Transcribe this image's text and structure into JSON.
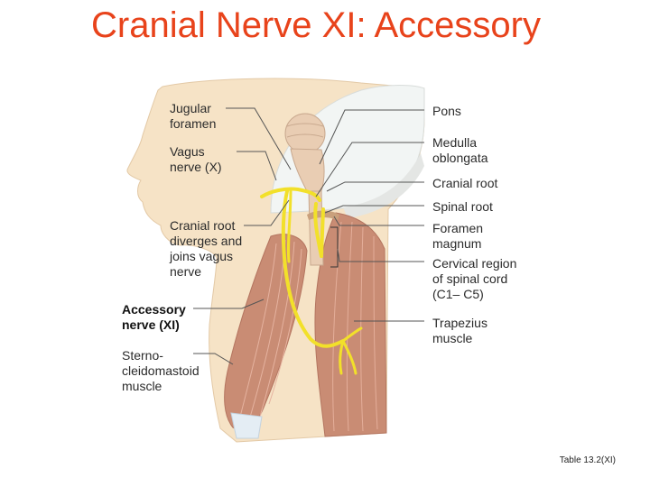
{
  "title": "Cranial Nerve XI: Accessory",
  "labels_left": {
    "jugular_foramen": [
      "Jugular",
      "foramen"
    ],
    "vagus_nerve": [
      "Vagus",
      "nerve (X)"
    ],
    "cranial_root_diverges": [
      "Cranial root",
      "diverges and",
      "joins vagus",
      "nerve"
    ],
    "accessory_nerve": [
      "Accessory",
      "nerve (XI)"
    ],
    "sternocleidomastoid": [
      "Sterno-",
      "cleidomastoid",
      "muscle"
    ]
  },
  "labels_right": {
    "pons": [
      "Pons"
    ],
    "medulla_oblongata": [
      "Medulla",
      "oblongata"
    ],
    "cranial_root": [
      "Cranial root"
    ],
    "spinal_root": [
      "Spinal root"
    ],
    "foramen_magnum": [
      "Foramen",
      "magnum"
    ],
    "cervical_region": [
      "Cervical region",
      "of spinal cord",
      "(C1– C5)"
    ],
    "trapezius": [
      "Trapezius",
      "muscle"
    ]
  },
  "caption": "Table 13.2(XI)",
  "colors": {
    "title": "#e8431b",
    "skin": "#f6e3c6",
    "skull_glass": "#f2f5f4",
    "nerve": "#f2e02a",
    "muscle": "#c98c74",
    "brainstem": "#e9cdb3",
    "leader_line": "#555555"
  }
}
